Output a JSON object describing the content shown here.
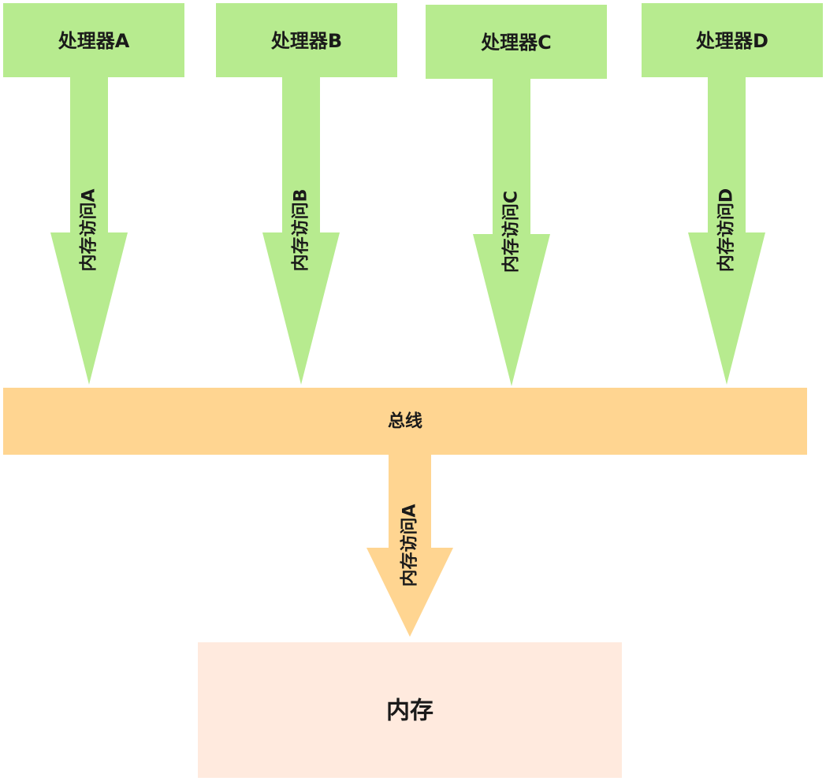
{
  "processors": [
    {
      "label": "处理器A",
      "access_label": "内存访问A"
    },
    {
      "label": "处理器B",
      "access_label": "内存访问B"
    },
    {
      "label": "处理器C",
      "access_label": "内存访问C"
    },
    {
      "label": "处理器D",
      "access_label": "内存访问D"
    }
  ],
  "bus": {
    "label": "总线",
    "access_label": "内存访问A"
  },
  "memory": {
    "label": "内存"
  },
  "colors": {
    "processor_fill": "#b7eb8f",
    "bus_fill": "#ffd591",
    "memory_fill": "#ffeade",
    "text": "#1a1a1a"
  }
}
